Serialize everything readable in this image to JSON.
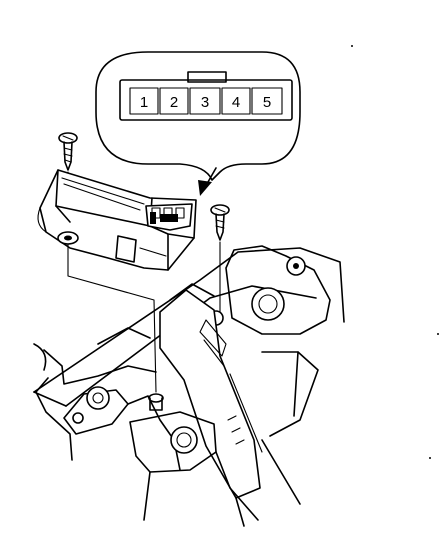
{
  "connector": {
    "pins": [
      {
        "label": "1"
      },
      {
        "label": "2"
      },
      {
        "label": "3"
      },
      {
        "label": "4"
      },
      {
        "label": "5"
      }
    ]
  },
  "icons": [
    "connector-pinout-bubble",
    "sensor-unit",
    "mounting-screw",
    "vehicle-bracket",
    "pointer-arrow"
  ],
  "colors": {
    "line": "#000000",
    "background": "#ffffff"
  }
}
